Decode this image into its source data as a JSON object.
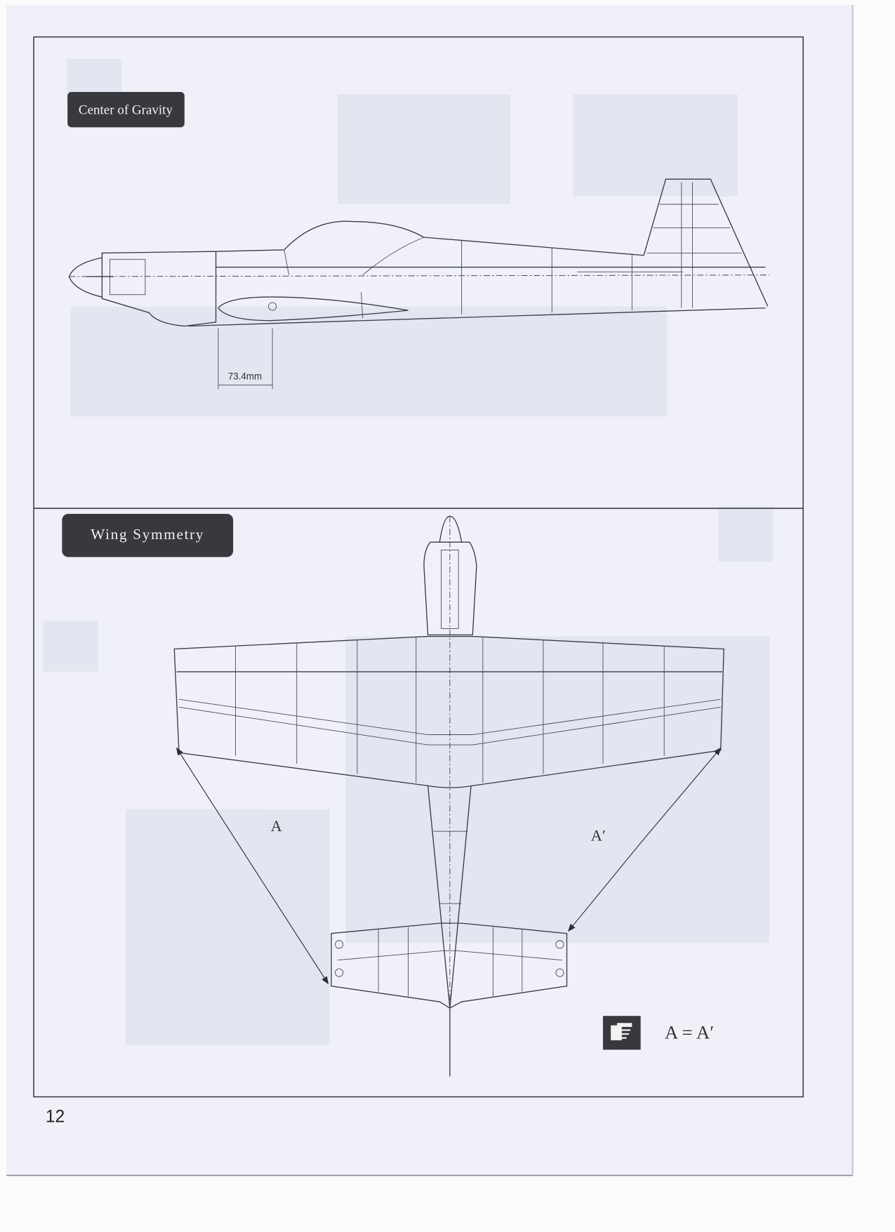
{
  "sections": {
    "center_of_gravity": {
      "title": "Center of Gravity",
      "dimension": "73.4mm"
    },
    "wing_symmetry": {
      "title": "Wing Symmetry",
      "label_left": "A",
      "label_right": "A′",
      "note": "A = A′",
      "note_icon": "pointing-hand-icon"
    }
  },
  "page_number": "12"
}
